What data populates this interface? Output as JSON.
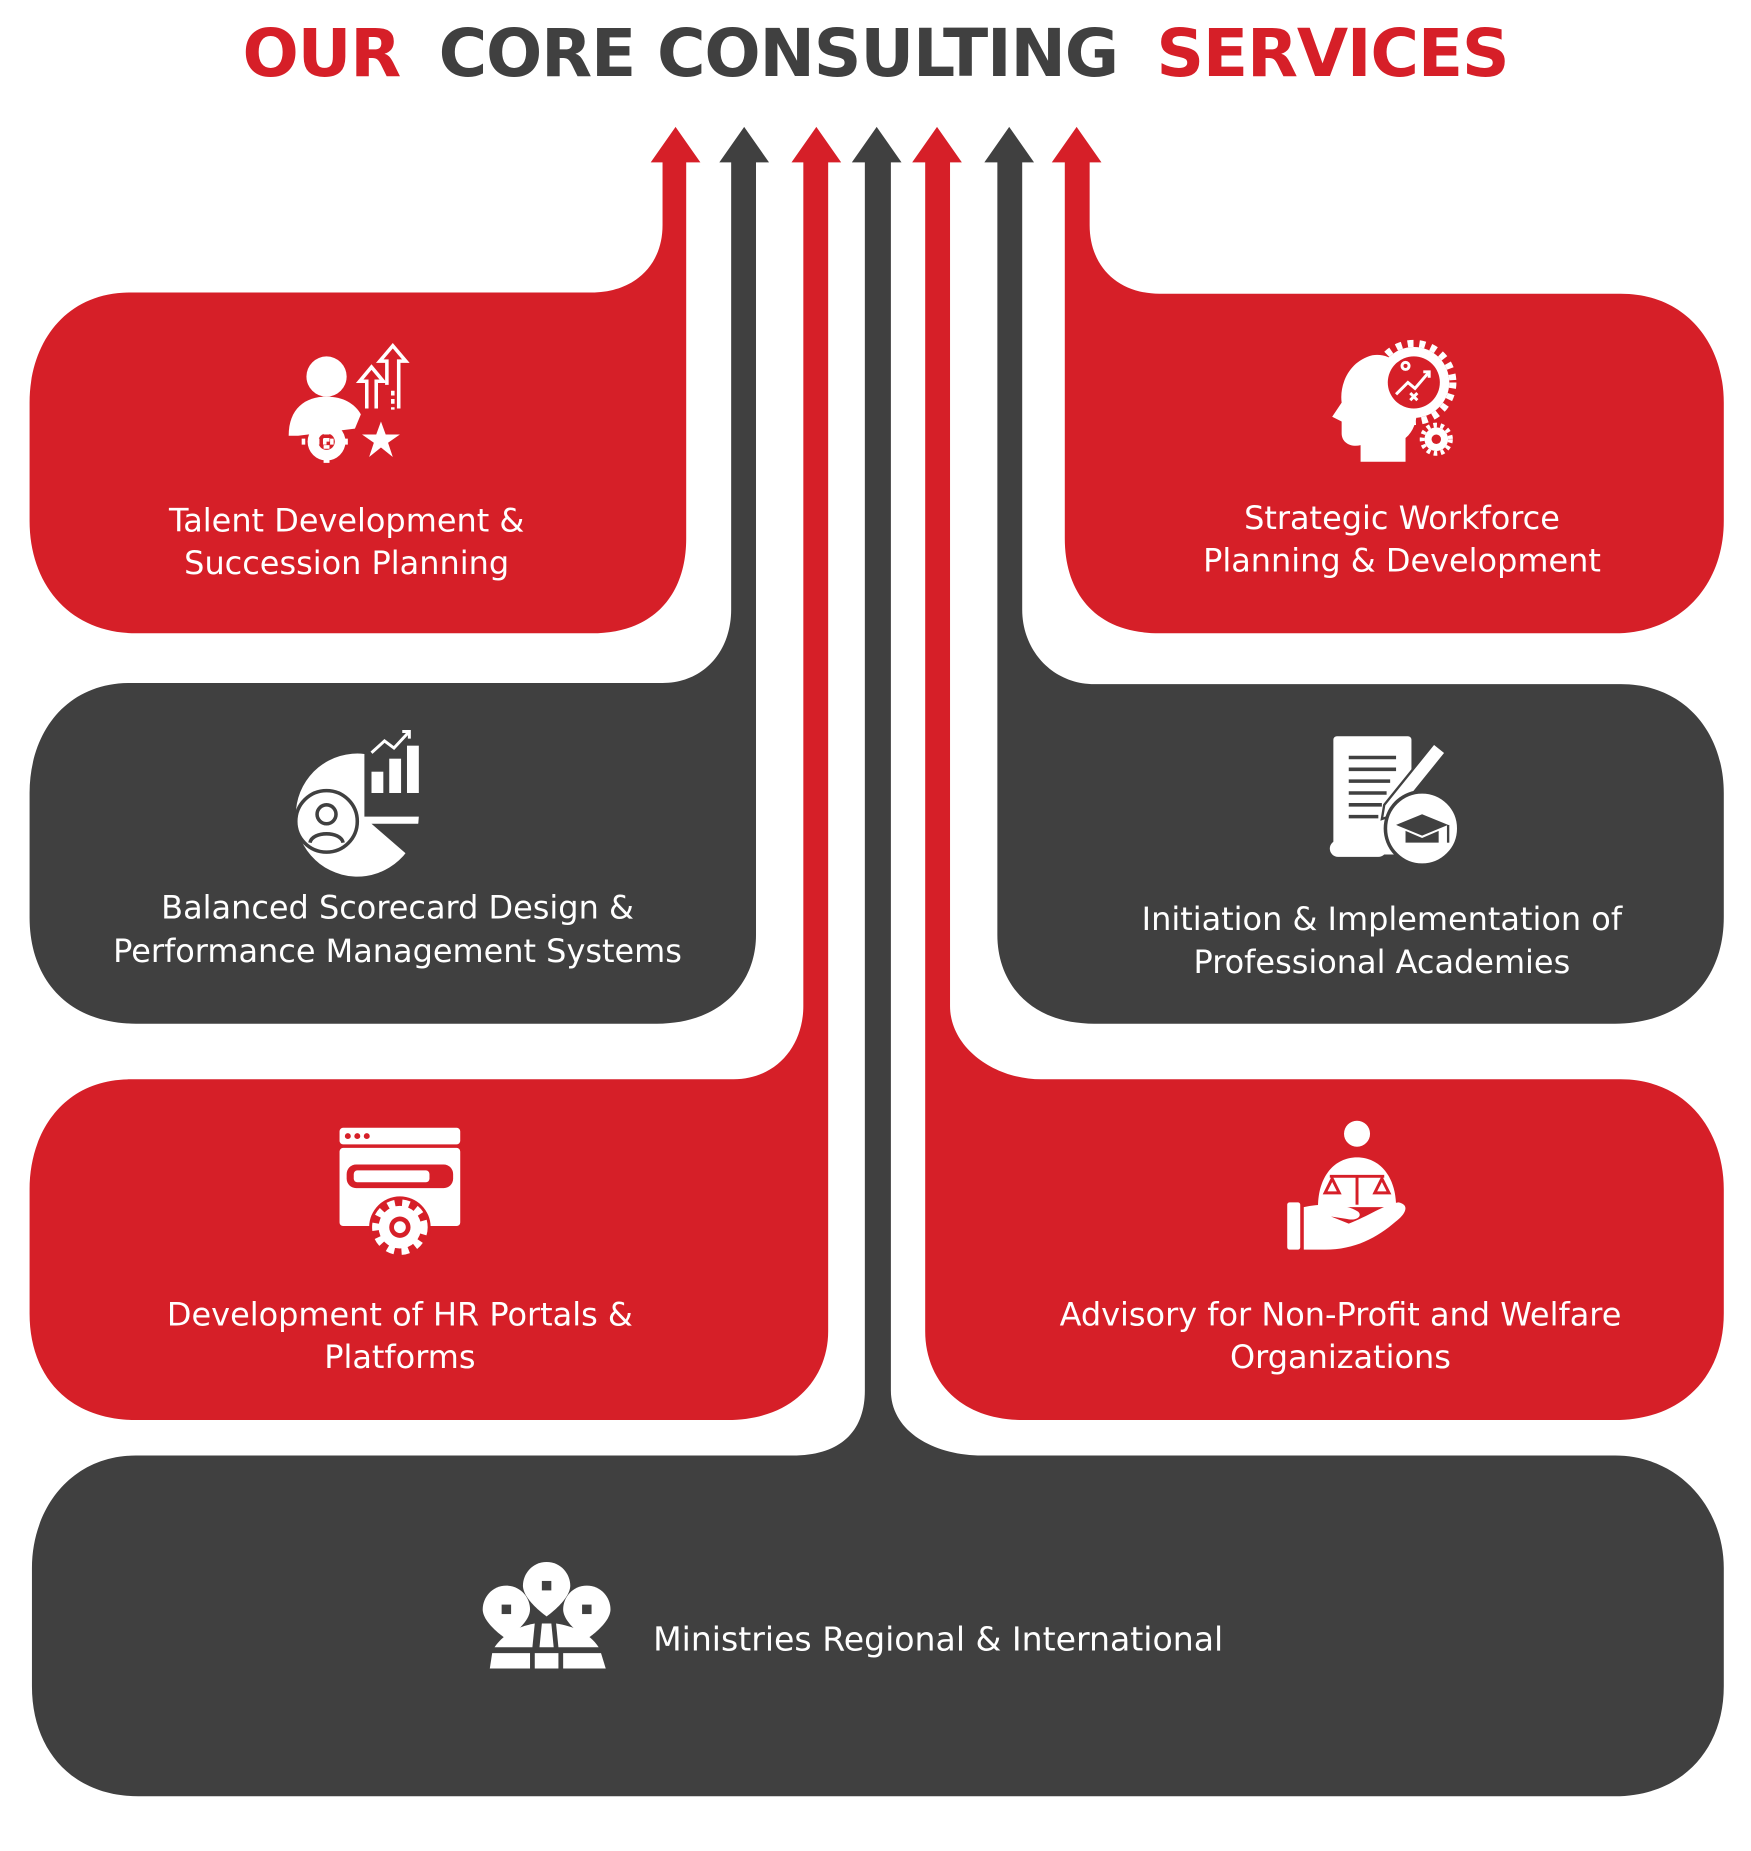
{
  "title": {
    "part1": "OUR",
    "part2": "CORE CONSULTING",
    "part3": "SERVICES"
  },
  "colors": {
    "red": "#d61f28",
    "dark": "#404040",
    "white": "#ffffff"
  },
  "services": [
    {
      "line1": "Talent Development &",
      "line2": "Succession Planning",
      "icon": "talent-growth-icon",
      "color": "red"
    },
    {
      "line1": "Strategic Workforce",
      "line2": "Planning & Development",
      "icon": "strategy-head-gear-icon",
      "color": "red"
    },
    {
      "line1": "Balanced Scorecard Design &",
      "line2": "Performance Management Systems",
      "icon": "scorecard-chart-icon",
      "color": "dark"
    },
    {
      "line1": "Initiation & Implementation of",
      "line2": "Professional Academies",
      "icon": "academy-book-cap-icon",
      "color": "dark"
    },
    {
      "line1": "Development of HR Portals &",
      "line2": "Platforms",
      "icon": "web-portal-gear-icon",
      "color": "red"
    },
    {
      "line1": "Advisory for Non-Profit and Welfare",
      "line2": "Organizations",
      "icon": "justice-hand-icon",
      "color": "red"
    },
    {
      "line1": "Ministries Regional & International",
      "icon": "globe-locations-icon",
      "color": "dark"
    }
  ]
}
